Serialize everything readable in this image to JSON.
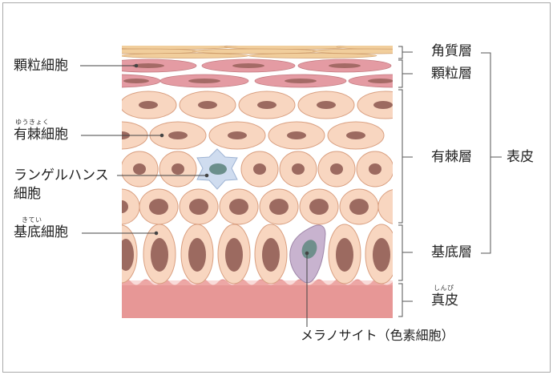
{
  "labels_left": {
    "granular_cell": "顆粒細胞",
    "spinous_cell": "有棘細胞",
    "spinous_ruby": "ゆうきょく",
    "langerhans_line1": "ランゲルハンス",
    "langerhans_line2": "細胞",
    "basal_cell": "基底細胞",
    "basal_ruby": "きてい"
  },
  "labels_right": {
    "stratum_corneum": "角質層",
    "stratum_granulosum": "顆粒層",
    "stratum_spinosum": "有棘層",
    "stratum_basale": "基底層",
    "epidermis": "表皮",
    "dermis": "真皮",
    "dermis_ruby": "しんぴ"
  },
  "labels_bottom": {
    "melanocyte": "メラノサイト（色素細胞）"
  },
  "colors": {
    "corneum": "#f1ce9c",
    "granular_cell": "#e49ba3",
    "granular_nucleus": "#a46a66",
    "cell_fill": "#f8d6c0",
    "cell_stroke": "#d99f80",
    "nucleus": "#9c6a60",
    "langerhans": "#cfdcef",
    "langerhans_nucleus": "#6b8f8c",
    "melanocyte": "#c8b3cf",
    "melanocyte_nucleus": "#6f8f8c",
    "dermis": "#e79796",
    "line": "#444444"
  }
}
